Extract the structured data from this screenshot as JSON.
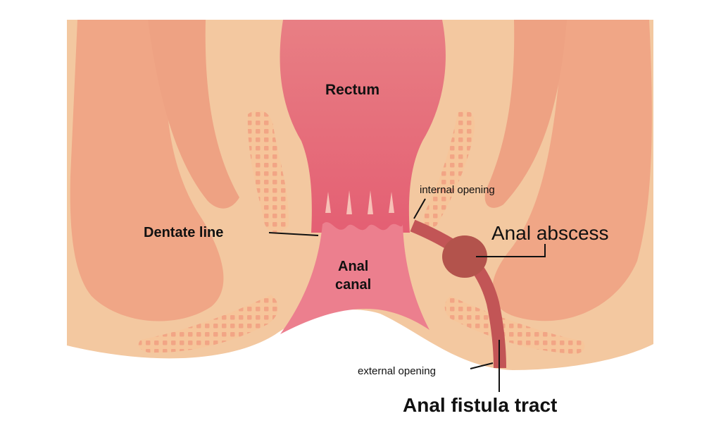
{
  "labels": {
    "rectum": "Rectum",
    "internal_opening": "internal opening",
    "dentate_line": "Dentate line",
    "anal_abscess": "Anal abscess",
    "anal_canal_1": "Anal",
    "anal_canal_2": "canal",
    "external_opening": "external opening",
    "fistula_tract": "Anal fistula tract"
  },
  "colors": {
    "background_tissue": "#f3c8a0",
    "muscle": "#f0a686",
    "rectum": "#e46b79",
    "anal_canal": "#ec7f8e",
    "sphincter_mesh": "#f6c59a",
    "abscess": "#b3534c",
    "fistula": "#c25556",
    "leader_line": "#111111"
  }
}
